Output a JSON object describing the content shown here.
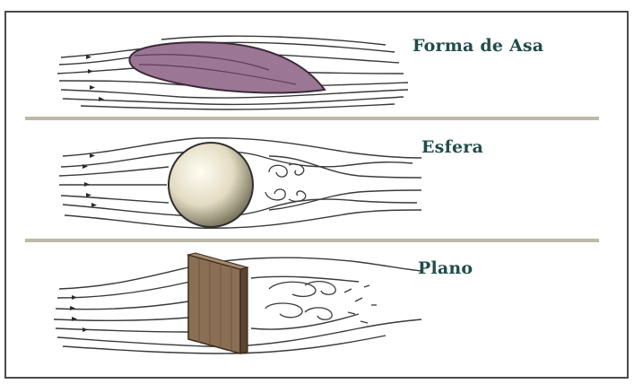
{
  "labels": {
    "wing": "Forma de Asa",
    "sphere": "Esfera",
    "plane": "Plano"
  },
  "colors": {
    "stroke": "#3a3a3a",
    "wing_fill": "#9b7795",
    "sphere_light": "#fffdf4",
    "sphere_dark": "#6e6a52",
    "plate_front": "#8a6f55",
    "plate_side": "#5a4530",
    "divider": "#bdb8a8",
    "label": "#1f4d4a"
  }
}
